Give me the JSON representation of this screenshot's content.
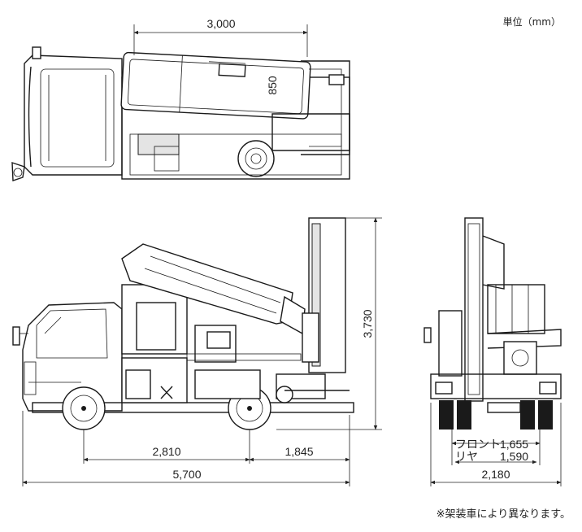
{
  "unit_label": "単位（mm）",
  "note": "※架装車により異なります。",
  "dimensions": {
    "top_length": "3,000",
    "top_height": "850",
    "total_height": "3,730",
    "wheelbase": "2,810",
    "rear_overhang": "1,845",
    "total_length": "5,700",
    "front_track_label": "フロント",
    "front_track": "1,655",
    "rear_track_label": "リヤ",
    "rear_track": "1,590",
    "total_width": "2,180"
  }
}
